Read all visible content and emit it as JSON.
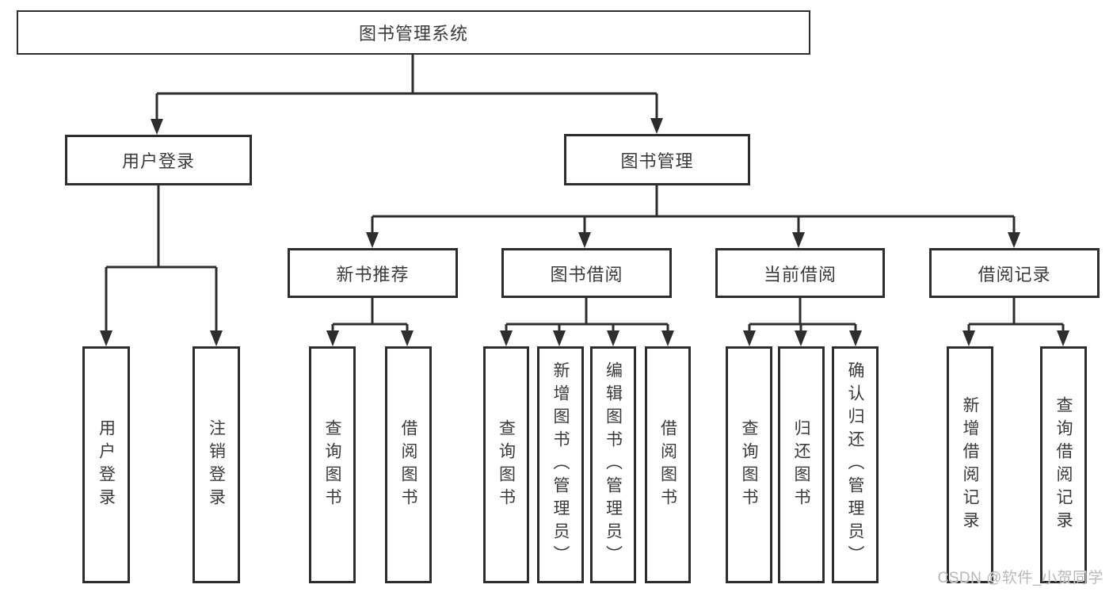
{
  "diagram": {
    "type": "hierarchy-tree",
    "colors": {
      "line": "#2d2d2d",
      "box_border": "#2d2d2d",
      "text": "#3a3a3a",
      "watermark": "#b8b8b8",
      "background": "#ffffff"
    },
    "tree": {
      "label": "图书管理系统",
      "children": [
        {
          "label": "用户登录",
          "children": [
            {
              "label": "用户登录"
            },
            {
              "label": "注销登录"
            }
          ]
        },
        {
          "label": "图书管理",
          "children": [
            {
              "label": "新书推荐",
              "children": [
                {
                  "label": "查询图书"
                },
                {
                  "label": "借阅图书"
                }
              ]
            },
            {
              "label": "图书借阅",
              "children": [
                {
                  "label": "查询图书"
                },
                {
                  "label": "新增图书（管理员）"
                },
                {
                  "label": "编辑图书（管理员）"
                },
                {
                  "label": "借阅图书"
                }
              ]
            },
            {
              "label": "当前借阅",
              "children": [
                {
                  "label": "查询图书"
                },
                {
                  "label": "归还图书"
                },
                {
                  "label": "确认归还（管理员）"
                }
              ]
            },
            {
              "label": "借阅记录",
              "children": [
                {
                  "label": "新增借阅记录"
                },
                {
                  "label": "查询借阅记录"
                }
              ]
            }
          ]
        }
      ]
    },
    "watermark": {
      "text": "CSDN @软件_小贺同学"
    }
  }
}
